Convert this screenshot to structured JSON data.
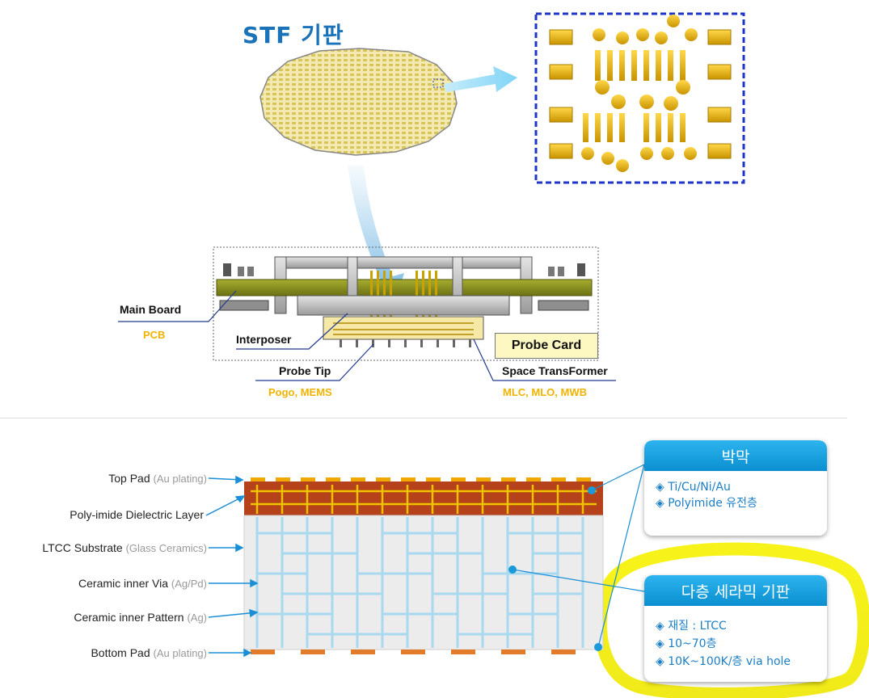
{
  "top": {
    "title": "STF 기판",
    "labels": {
      "main_board": "Main Board",
      "pcb": "PCB",
      "interposer": "Interposer",
      "probe_card": "Probe Card",
      "probe_tip": "Probe Tip",
      "pogo_mems": "Pogo, MEMS",
      "space_transformer": "Space TransFormer",
      "mlc": "MLC, MLO, MWB"
    }
  },
  "layers": [
    {
      "label": "Top Pad",
      "note": "(Au plating)"
    },
    {
      "label": "Poly-imide Dielectric Layer",
      "note": ""
    },
    {
      "label": "LTCC Substrate",
      "note": "(Glass Ceramics)"
    },
    {
      "label": "Ceramic inner Via",
      "note": "(Ag/Pd)"
    },
    {
      "label": "Ceramic inner Pattern",
      "note": "(Ag)"
    },
    {
      "label": "Bottom Pad",
      "note": "(Au plating)"
    }
  ],
  "cards": {
    "thin": {
      "title": "박막",
      "items": [
        "◈ Ti/Cu/Ni/Au",
        "◈ Polyimide 유전층"
      ]
    },
    "ceramic": {
      "title": "다층 세라믹 기판",
      "items": [
        "◈ 재질 : LTCC",
        "◈ 10~70층",
        "◈ 10K~100K/층  via hole"
      ]
    }
  },
  "colors": {
    "title_blue": "#1a73b8",
    "gold": "#f0b400",
    "dielectric": "#b5421b",
    "ltcc": "#ececec",
    "via": "#a9d9ef",
    "card_head": "#1aa3e3",
    "highlight": "#f4f000",
    "dashed_box": "#1f35c8"
  }
}
